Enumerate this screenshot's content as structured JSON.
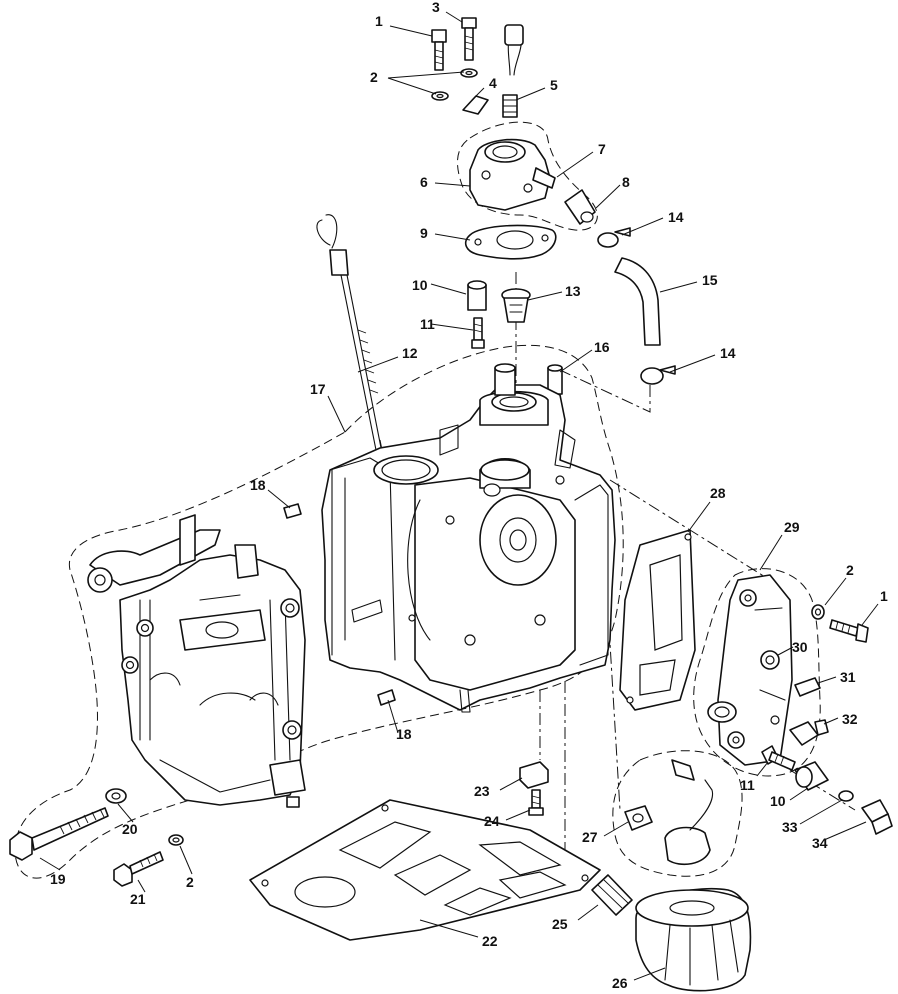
{
  "callouts": {
    "c1a": "1",
    "c1b": "1",
    "c2a": "2",
    "c2b": "2",
    "c2c": "2",
    "c3": "3",
    "c4": "4",
    "c5": "5",
    "c6": "6",
    "c7": "7",
    "c8": "8",
    "c9": "9",
    "c10a": "10",
    "c10b": "10",
    "c11a": "11",
    "c11b": "11",
    "c12": "12",
    "c13": "13",
    "c14a": "14",
    "c14b": "14",
    "c15": "15",
    "c16": "16",
    "c17": "17",
    "c18a": "18",
    "c18b": "18",
    "c19": "19",
    "c20": "20",
    "c21": "21",
    "c22": "22",
    "c23": "23",
    "c24": "24",
    "c25": "25",
    "c26": "26",
    "c27": "27",
    "c28": "28",
    "c29": "29",
    "c30": "30",
    "c31": "31",
    "c32": "32",
    "c33": "33",
    "c34": "34"
  }
}
